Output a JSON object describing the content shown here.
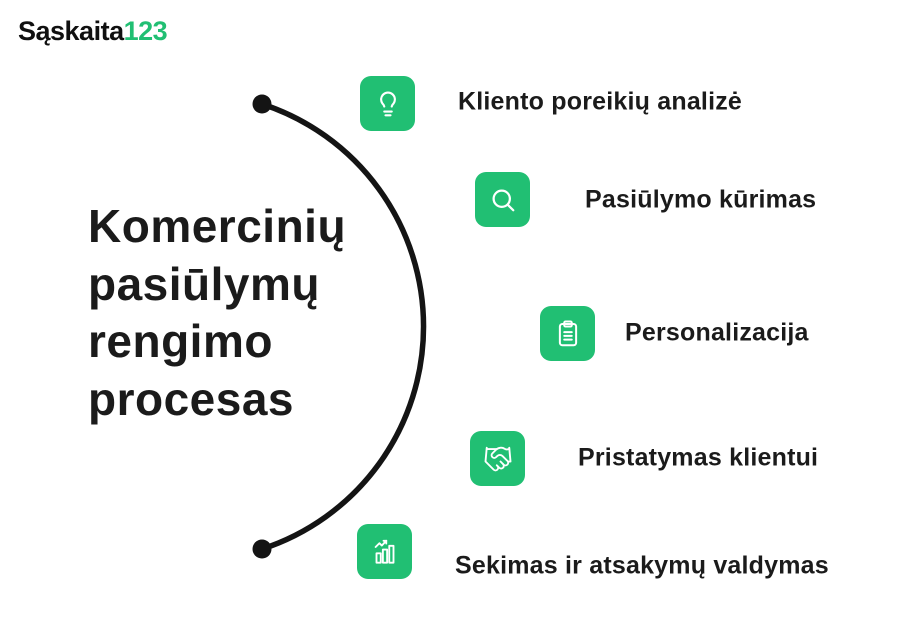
{
  "logo": {
    "brand": "Sąskaita",
    "suffix": "123"
  },
  "heading": {
    "title": "Komercinių pasiūlymų rengimo procesas"
  },
  "steps": [
    {
      "icon": "lightbulb-icon",
      "label": "Kliento poreikių analizė"
    },
    {
      "icon": "search-icon",
      "label": "Pasiūlymo kūrimas"
    },
    {
      "icon": "checklist-icon",
      "label": "Personalizacija"
    },
    {
      "icon": "handshake-icon",
      "label": "Pristatymas klientui"
    },
    {
      "icon": "bar-chart-icon",
      "label": "Sekimas ir atsakymų valdymas"
    }
  ],
  "colors": {
    "green": "#21BF73",
    "text": "#1B1B1B",
    "line": "#141414",
    "background": "#FFFFFF",
    "icon_glyph": "#FFFFFF"
  }
}
